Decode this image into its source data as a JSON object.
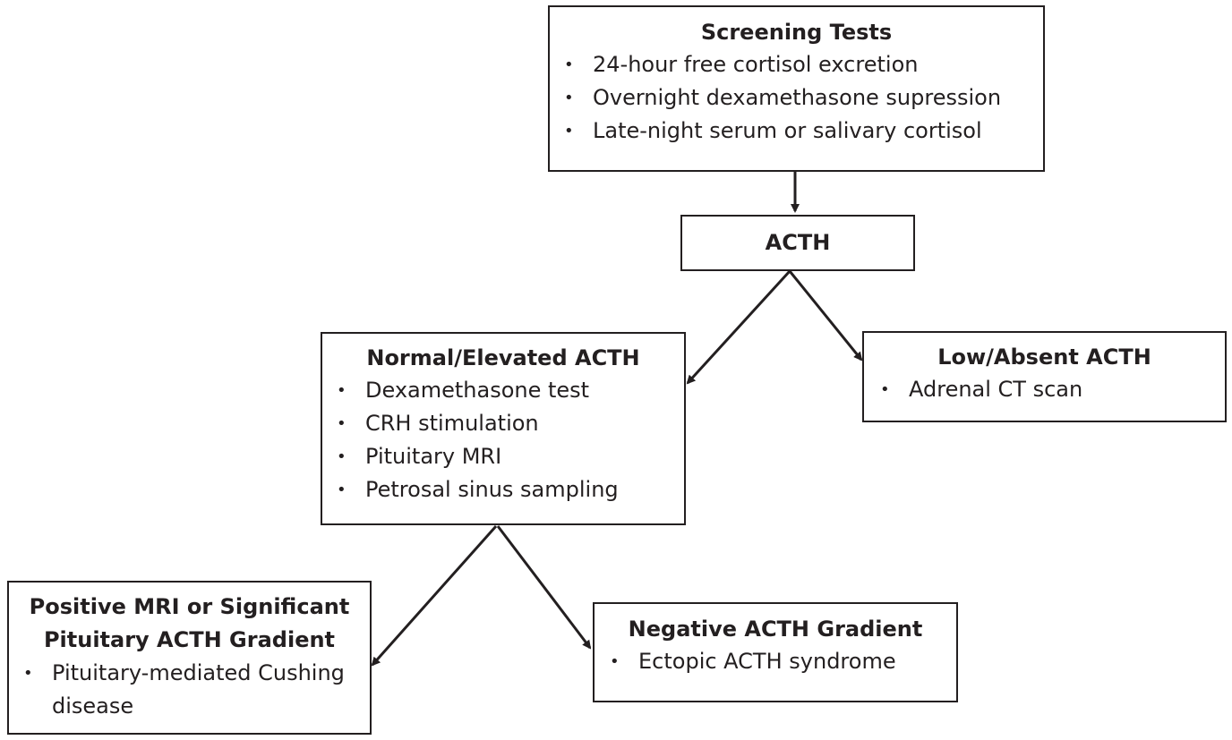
{
  "screening": {
    "title": "Screening Tests",
    "items": [
      "24-hour free cortisol excretion",
      "Overnight dexamethasone supression",
      "Late-night serum or salivary cortisol"
    ]
  },
  "acth": {
    "title": "ACTH"
  },
  "normal": {
    "title": "Normal/Elevated ACTH",
    "items": [
      "Dexamethasone test",
      "CRH stimulation",
      "Pituitary MRI",
      "Petrosal sinus sampling"
    ]
  },
  "low": {
    "title": "Low/Absent ACTH",
    "items": [
      "Adrenal CT scan"
    ]
  },
  "positive": {
    "title_line1": "Positive MRI or Significant",
    "title_line2": "Pituitary ACTH Gradient",
    "items": [
      "Pituitary-mediated Cushing disease"
    ]
  },
  "negative": {
    "title": "Negative ACTH Gradient",
    "items": [
      "Ectopic ACTH syndrome"
    ]
  },
  "bullet_char": "•",
  "colors": {
    "line": "#231f20",
    "text": "#231f20",
    "background": "#ffffff"
  }
}
